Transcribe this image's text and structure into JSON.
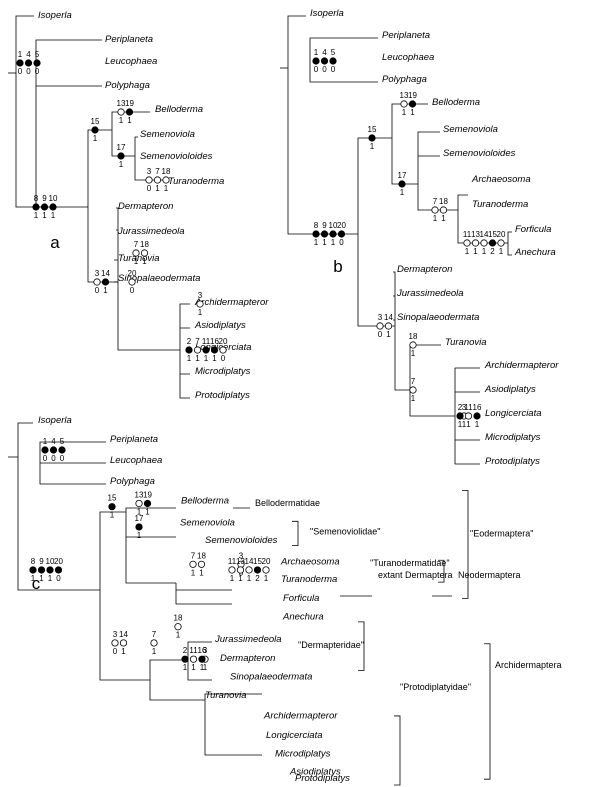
{
  "panels": [
    {
      "label": "a",
      "taxa": [
        "Isoperla",
        "Periplaneta",
        "Leucophaea",
        "Polyphaga",
        "Belloderma",
        "Semenoviola",
        "Semenovioloides",
        "Turanoderma",
        "Dermapteron",
        "Jurassimedeola",
        "Turanovia",
        "Sinopalaeodermata",
        "Archidermapteror",
        "Asiodiplatys",
        "Longicerciata",
        "Microdiplatys",
        "Protodiplatys"
      ],
      "character_groups": [
        {
          "chars": [
            "1",
            "4",
            "5"
          ],
          "states": [
            "0",
            "0",
            "0"
          ],
          "fill": [
            "closed",
            "closed",
            "closed"
          ]
        },
        {
          "chars": [
            "8",
            "9",
            "10"
          ],
          "states": [
            "1",
            "1",
            "1"
          ],
          "fill": [
            "closed",
            "closed",
            "closed"
          ]
        },
        {
          "chars": [
            "15"
          ],
          "states": [
            "1"
          ],
          "fill": [
            "closed"
          ]
        },
        {
          "chars": [
            "13",
            "19"
          ],
          "states": [
            "1",
            "1"
          ],
          "fill": [
            "open",
            "closed"
          ]
        },
        {
          "chars": [
            "17"
          ],
          "states": [
            "1"
          ],
          "fill": [
            "closed"
          ]
        },
        {
          "chars": [
            "3",
            "7",
            "18"
          ],
          "states": [
            "0",
            "1",
            "1"
          ],
          "fill": [
            "open",
            "open",
            "open"
          ]
        },
        {
          "chars": [
            "7",
            "18"
          ],
          "states": [
            "1",
            "1"
          ],
          "fill": [
            "open",
            "open"
          ]
        },
        {
          "chars": [
            "20"
          ],
          "states": [
            "0"
          ],
          "fill": [
            "open"
          ]
        },
        {
          "chars": [
            "3",
            "14"
          ],
          "states": [
            "0",
            "1"
          ],
          "fill": [
            "open",
            "closed"
          ]
        },
        {
          "chars": [
            "3"
          ],
          "states": [
            "1"
          ],
          "fill": [
            "open"
          ]
        },
        {
          "chars": [
            "2",
            "7",
            "11",
            "16",
            "20"
          ],
          "states": [
            "1",
            "1",
            "1",
            "1",
            "0"
          ],
          "fill": [
            "closed",
            "open",
            "closed",
            "closed",
            "open"
          ]
        }
      ]
    },
    {
      "label": "b",
      "taxa": [
        "Isoperla",
        "Periplaneta",
        "Leucophaea",
        "Polyphaga",
        "Belloderma",
        "Semenoviola",
        "Semenovioloides",
        "Archaeosoma",
        "Turanoderma",
        "Forficula",
        "Anechura",
        "Dermapteron",
        "Jurassimedeola",
        "Sinopalaeodermata",
        "Turanovia",
        "Archidermapteror",
        "Asiodiplatys",
        "Longicerciata",
        "Microdiplatys",
        "Protodiplatys"
      ],
      "character_groups": [
        {
          "chars": [
            "1",
            "4",
            "5"
          ],
          "states": [
            "0",
            "0",
            "0"
          ],
          "fill": [
            "closed",
            "closed",
            "closed"
          ]
        },
        {
          "chars": [
            "8",
            "9",
            "10",
            "20"
          ],
          "states": [
            "1",
            "1",
            "1",
            "0"
          ],
          "fill": [
            "closed",
            "closed",
            "closed",
            "closed"
          ]
        },
        {
          "chars": [
            "15"
          ],
          "states": [
            "1"
          ],
          "fill": [
            "closed"
          ]
        },
        {
          "chars": [
            "13",
            "19"
          ],
          "states": [
            "1",
            "1"
          ],
          "fill": [
            "open",
            "closed"
          ]
        },
        {
          "chars": [
            "17"
          ],
          "states": [
            "1"
          ],
          "fill": [
            "closed"
          ]
        },
        {
          "chars": [
            "7",
            "18"
          ],
          "states": [
            "1",
            "1"
          ],
          "fill": [
            "open",
            "open"
          ]
        },
        {
          "chars": [
            "11",
            "13",
            "14",
            "15",
            "20"
          ],
          "states": [
            "1",
            "1",
            "1",
            "2",
            "1"
          ],
          "fill": [
            "open",
            "open",
            "open",
            "closed",
            "open"
          ]
        },
        {
          "chars": [
            "3",
            "14"
          ],
          "states": [
            "0",
            "1"
          ],
          "fill": [
            "open",
            "open"
          ]
        },
        {
          "chars": [
            "18"
          ],
          "states": [
            "1"
          ],
          "fill": [
            "open"
          ]
        },
        {
          "chars": [
            "7"
          ],
          "states": [
            "1"
          ],
          "fill": [
            "open"
          ]
        },
        {
          "chars": [
            "3"
          ],
          "states": [
            "1"
          ],
          "fill": [
            "open"
          ]
        },
        {
          "chars": [
            "2",
            "11",
            "16"
          ],
          "states": [
            "1",
            "1",
            "1"
          ],
          "fill": [
            "closed",
            "open",
            "closed"
          ]
        }
      ]
    },
    {
      "label": "c",
      "taxa": [
        "Isoperla",
        "Periplaneta",
        "Leucophaea",
        "Polyphaga",
        "Belloderma",
        "Semenoviola",
        "Semenovioloides",
        "Archaeosoma",
        "Turanoderma",
        "Forficula",
        "Anechura",
        "Jurassimedeola",
        "Dermapteron",
        "Sinopalaeodermata",
        "Turanovia",
        "Archidermapteror",
        "Longicerciata",
        "Microdiplatys",
        "Asiodiplatys",
        "Protodiplatys"
      ],
      "character_groups": [
        {
          "chars": [
            "1",
            "4",
            "5"
          ],
          "states": [
            "0",
            "0",
            "0"
          ],
          "fill": [
            "closed",
            "closed",
            "closed"
          ]
        },
        {
          "chars": [
            "8",
            "9",
            "10",
            "20"
          ],
          "states": [
            "1",
            "1",
            "1",
            "0"
          ],
          "fill": [
            "closed",
            "closed",
            "closed",
            "closed"
          ]
        },
        {
          "chars": [
            "15"
          ],
          "states": [
            "1"
          ],
          "fill": [
            "closed"
          ]
        },
        {
          "chars": [
            "13",
            "19"
          ],
          "states": [
            "1",
            "1"
          ],
          "fill": [
            "open",
            "closed"
          ]
        },
        {
          "chars": [
            "17"
          ],
          "states": [
            "1"
          ],
          "fill": [
            "closed"
          ]
        },
        {
          "chars": [
            "3"
          ],
          "states": [
            "0"
          ],
          "fill": [
            "open"
          ]
        },
        {
          "chars": [
            "7",
            "18"
          ],
          "states": [
            "1",
            "1"
          ],
          "fill": [
            "open",
            "open"
          ]
        },
        {
          "chars": [
            "11",
            "13",
            "14",
            "15",
            "20"
          ],
          "states": [
            "1",
            "1",
            "1",
            "2",
            "1"
          ],
          "fill": [
            "open",
            "open",
            "open",
            "closed",
            "open"
          ]
        },
        {
          "chars": [
            "3",
            "14"
          ],
          "states": [
            "0",
            "1"
          ],
          "fill": [
            "open",
            "open"
          ]
        },
        {
          "chars": [
            "18"
          ],
          "states": [
            "1"
          ],
          "fill": [
            "open"
          ]
        },
        {
          "chars": [
            "7"
          ],
          "states": [
            "1"
          ],
          "fill": [
            "open"
          ]
        },
        {
          "chars": [
            "3"
          ],
          "states": [
            "1"
          ],
          "fill": [
            "open"
          ]
        },
        {
          "chars": [
            "2",
            "11",
            "16"
          ],
          "states": [
            "1",
            "1",
            "1"
          ],
          "fill": [
            "closed",
            "open",
            "closed"
          ]
        }
      ],
      "group_labels": [
        "Bellodermatidae",
        "\"Semenoviolidae\"",
        "\"Turanodermatidae\"",
        "\"Eodermaptera\"",
        "extant Dermaptera",
        "Neodermaptera",
        "\"Dermapteridae\"",
        "\"Protodiplatyidae\"",
        "Archidermaptera"
      ]
    }
  ]
}
